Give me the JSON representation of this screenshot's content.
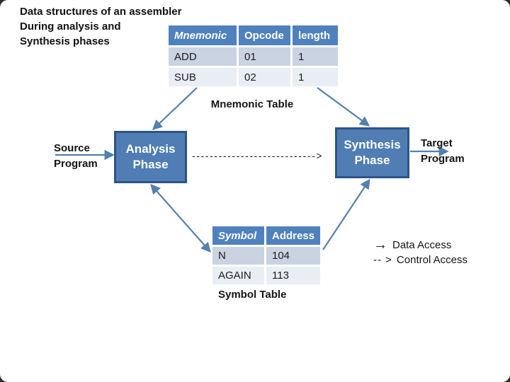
{
  "slide": {
    "title": {
      "line1": "Data structures of an assembler",
      "line2": "During analysis and",
      "line3": "Synthesis phases"
    }
  },
  "mnemonic_table": {
    "caption": "Mnemonic Table",
    "headers": [
      "Mnemonic",
      "Opcode",
      "length"
    ],
    "rows": [
      [
        "ADD",
        "01",
        "1"
      ],
      [
        "SUB",
        "02",
        "1"
      ]
    ]
  },
  "symbol_table": {
    "caption": "Symbol Table",
    "headers": [
      "Symbol",
      "Address"
    ],
    "rows": [
      [
        "N",
        "104"
      ],
      [
        "AGAIN",
        "113"
      ]
    ]
  },
  "flow": {
    "source_label_line1": "Source",
    "source_label_line2": "Program",
    "analysis_box_line1": "Analysis",
    "analysis_box_line2": "Phase",
    "synthesis_box_line1": "Synthesis",
    "synthesis_box_line2": "Phase",
    "target_label_line1": "Target",
    "target_label_line2": "Program",
    "control_flow_dashes": "---------------------------->"
  },
  "legend": {
    "data_access_icon": "→",
    "data_access_label": "Data Access",
    "control_access_icon": "-- >",
    "control_access_label": "Control Access"
  },
  "colors": {
    "table_header_blue": "#4f81bd",
    "row_band_dark": "#c9d3e2",
    "row_band_light": "#e9edf4",
    "phase_box_fill": "#4f7db4",
    "phase_box_border": "#2d5488",
    "connector_blue": "#5380b0",
    "text_black": "#1a1a1a"
  }
}
